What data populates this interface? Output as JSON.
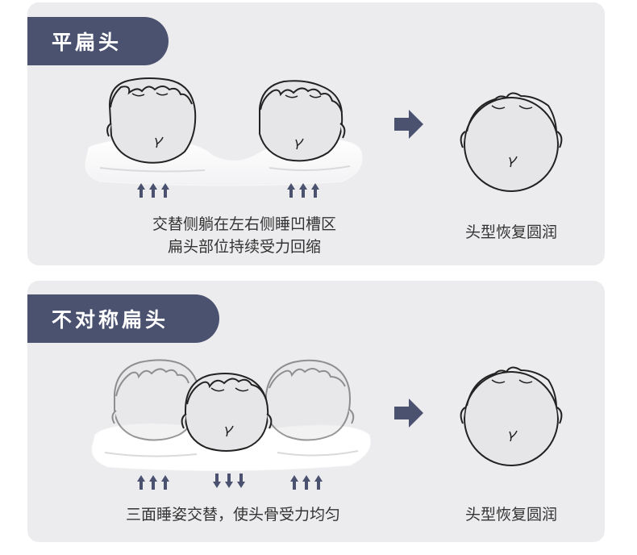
{
  "panels": [
    {
      "title": "平扁头",
      "caption_lines": [
        "交替侧躺在左右侧睡凹槽区",
        "扁头部位持续受力回缩"
      ],
      "result": "头型恢复圆润"
    },
    {
      "title": "不对称扁头",
      "caption_lines": [
        "三面睡姿交替，使头骨受力均匀"
      ],
      "result": "头型恢复圆润"
    }
  ],
  "colors": {
    "tag_bg": "#4b5270",
    "panel_bg": "#ececee",
    "arrow": "#4b5270",
    "head_fill": "#e6e6e8",
    "outline": "#222222"
  }
}
